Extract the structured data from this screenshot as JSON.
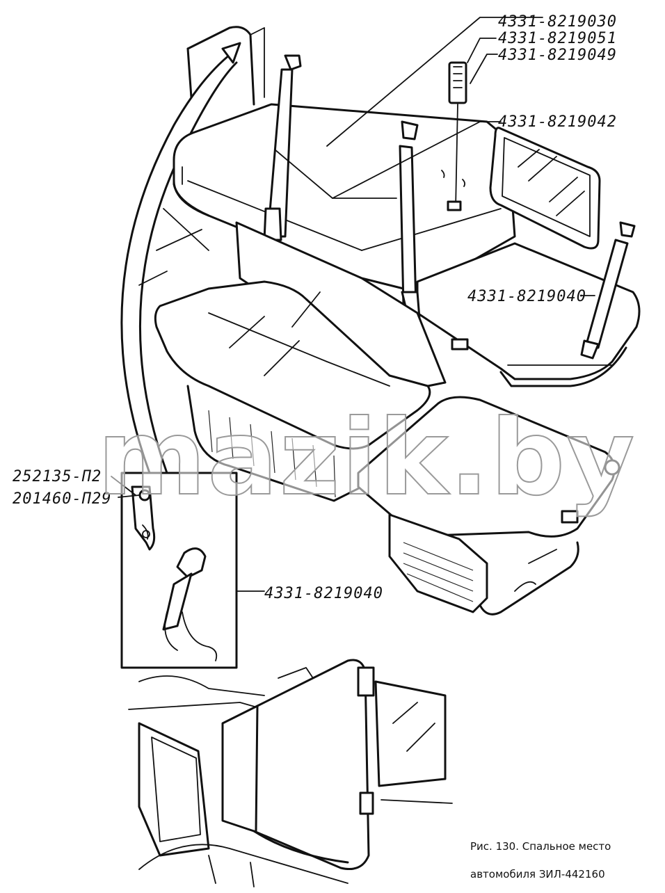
{
  "labels": {
    "part_8219030": "4331-8219030",
    "part_8219051": "4331-8219051",
    "part_8219049": "4331-8219049",
    "part_8219042": "4331-8219042",
    "part_8219040_right": "4331-8219040",
    "part_252135": "252135-П2",
    "part_201460": "201460-П29",
    "part_8219040_detail": "4331-8219040"
  },
  "caption": {
    "line1": "Рис. 130. Спальное место",
    "line2": "автомобиля ЗИЛ-442160"
  },
  "watermark": "mazik.by"
}
